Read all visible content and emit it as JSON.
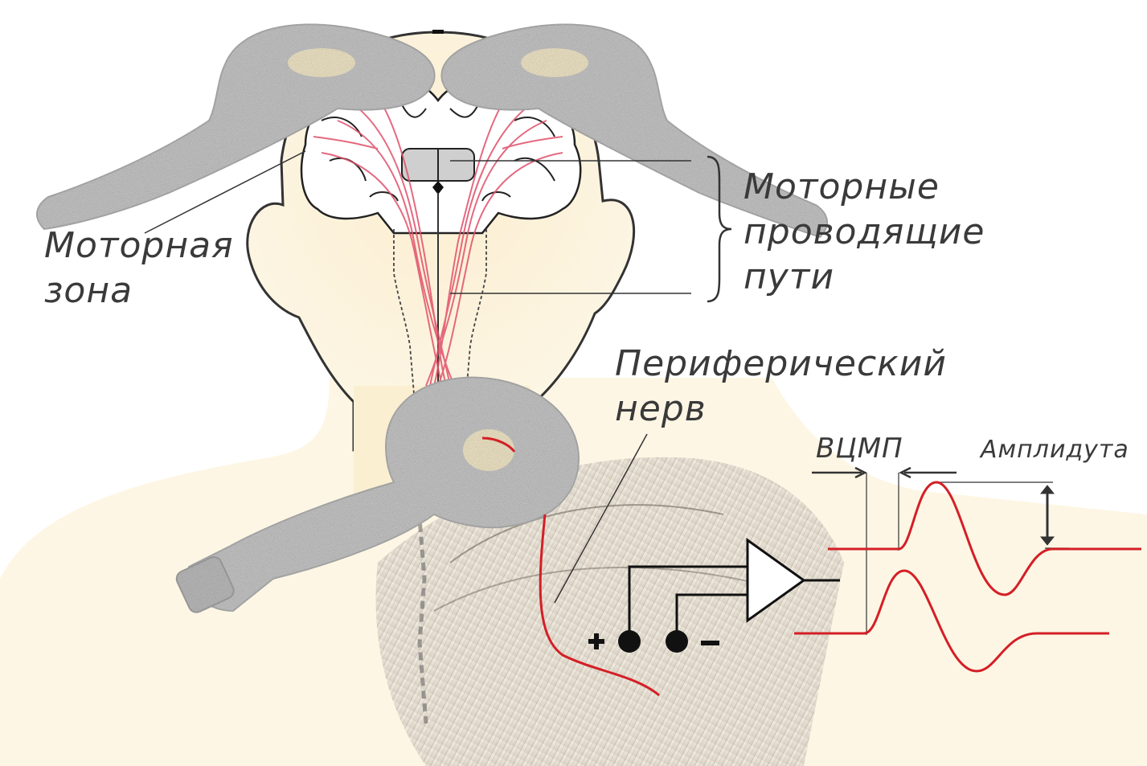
{
  "labels": {
    "motor_zone_line1": "Моторная",
    "motor_zone_line2": "зона",
    "motor_paths_line1": "Моторные",
    "motor_paths_line2": "проводящие",
    "motor_paths_line3": "пути",
    "peripheral_line1": "Периферический",
    "peripheral_line2": "нерв",
    "latency": "ВЦМП",
    "amplitude": "Амплидута",
    "electrode_plus": "+",
    "electrode_minus": "–"
  },
  "colors": {
    "skin": "#fbf0d0",
    "coil": "#cfcfcf",
    "tract": "#e0506a",
    "signal": "#d41f26",
    "outline": "#222222"
  },
  "icons": [
    "tms-coil-icon",
    "amplifier-icon",
    "electrode-icon"
  ]
}
